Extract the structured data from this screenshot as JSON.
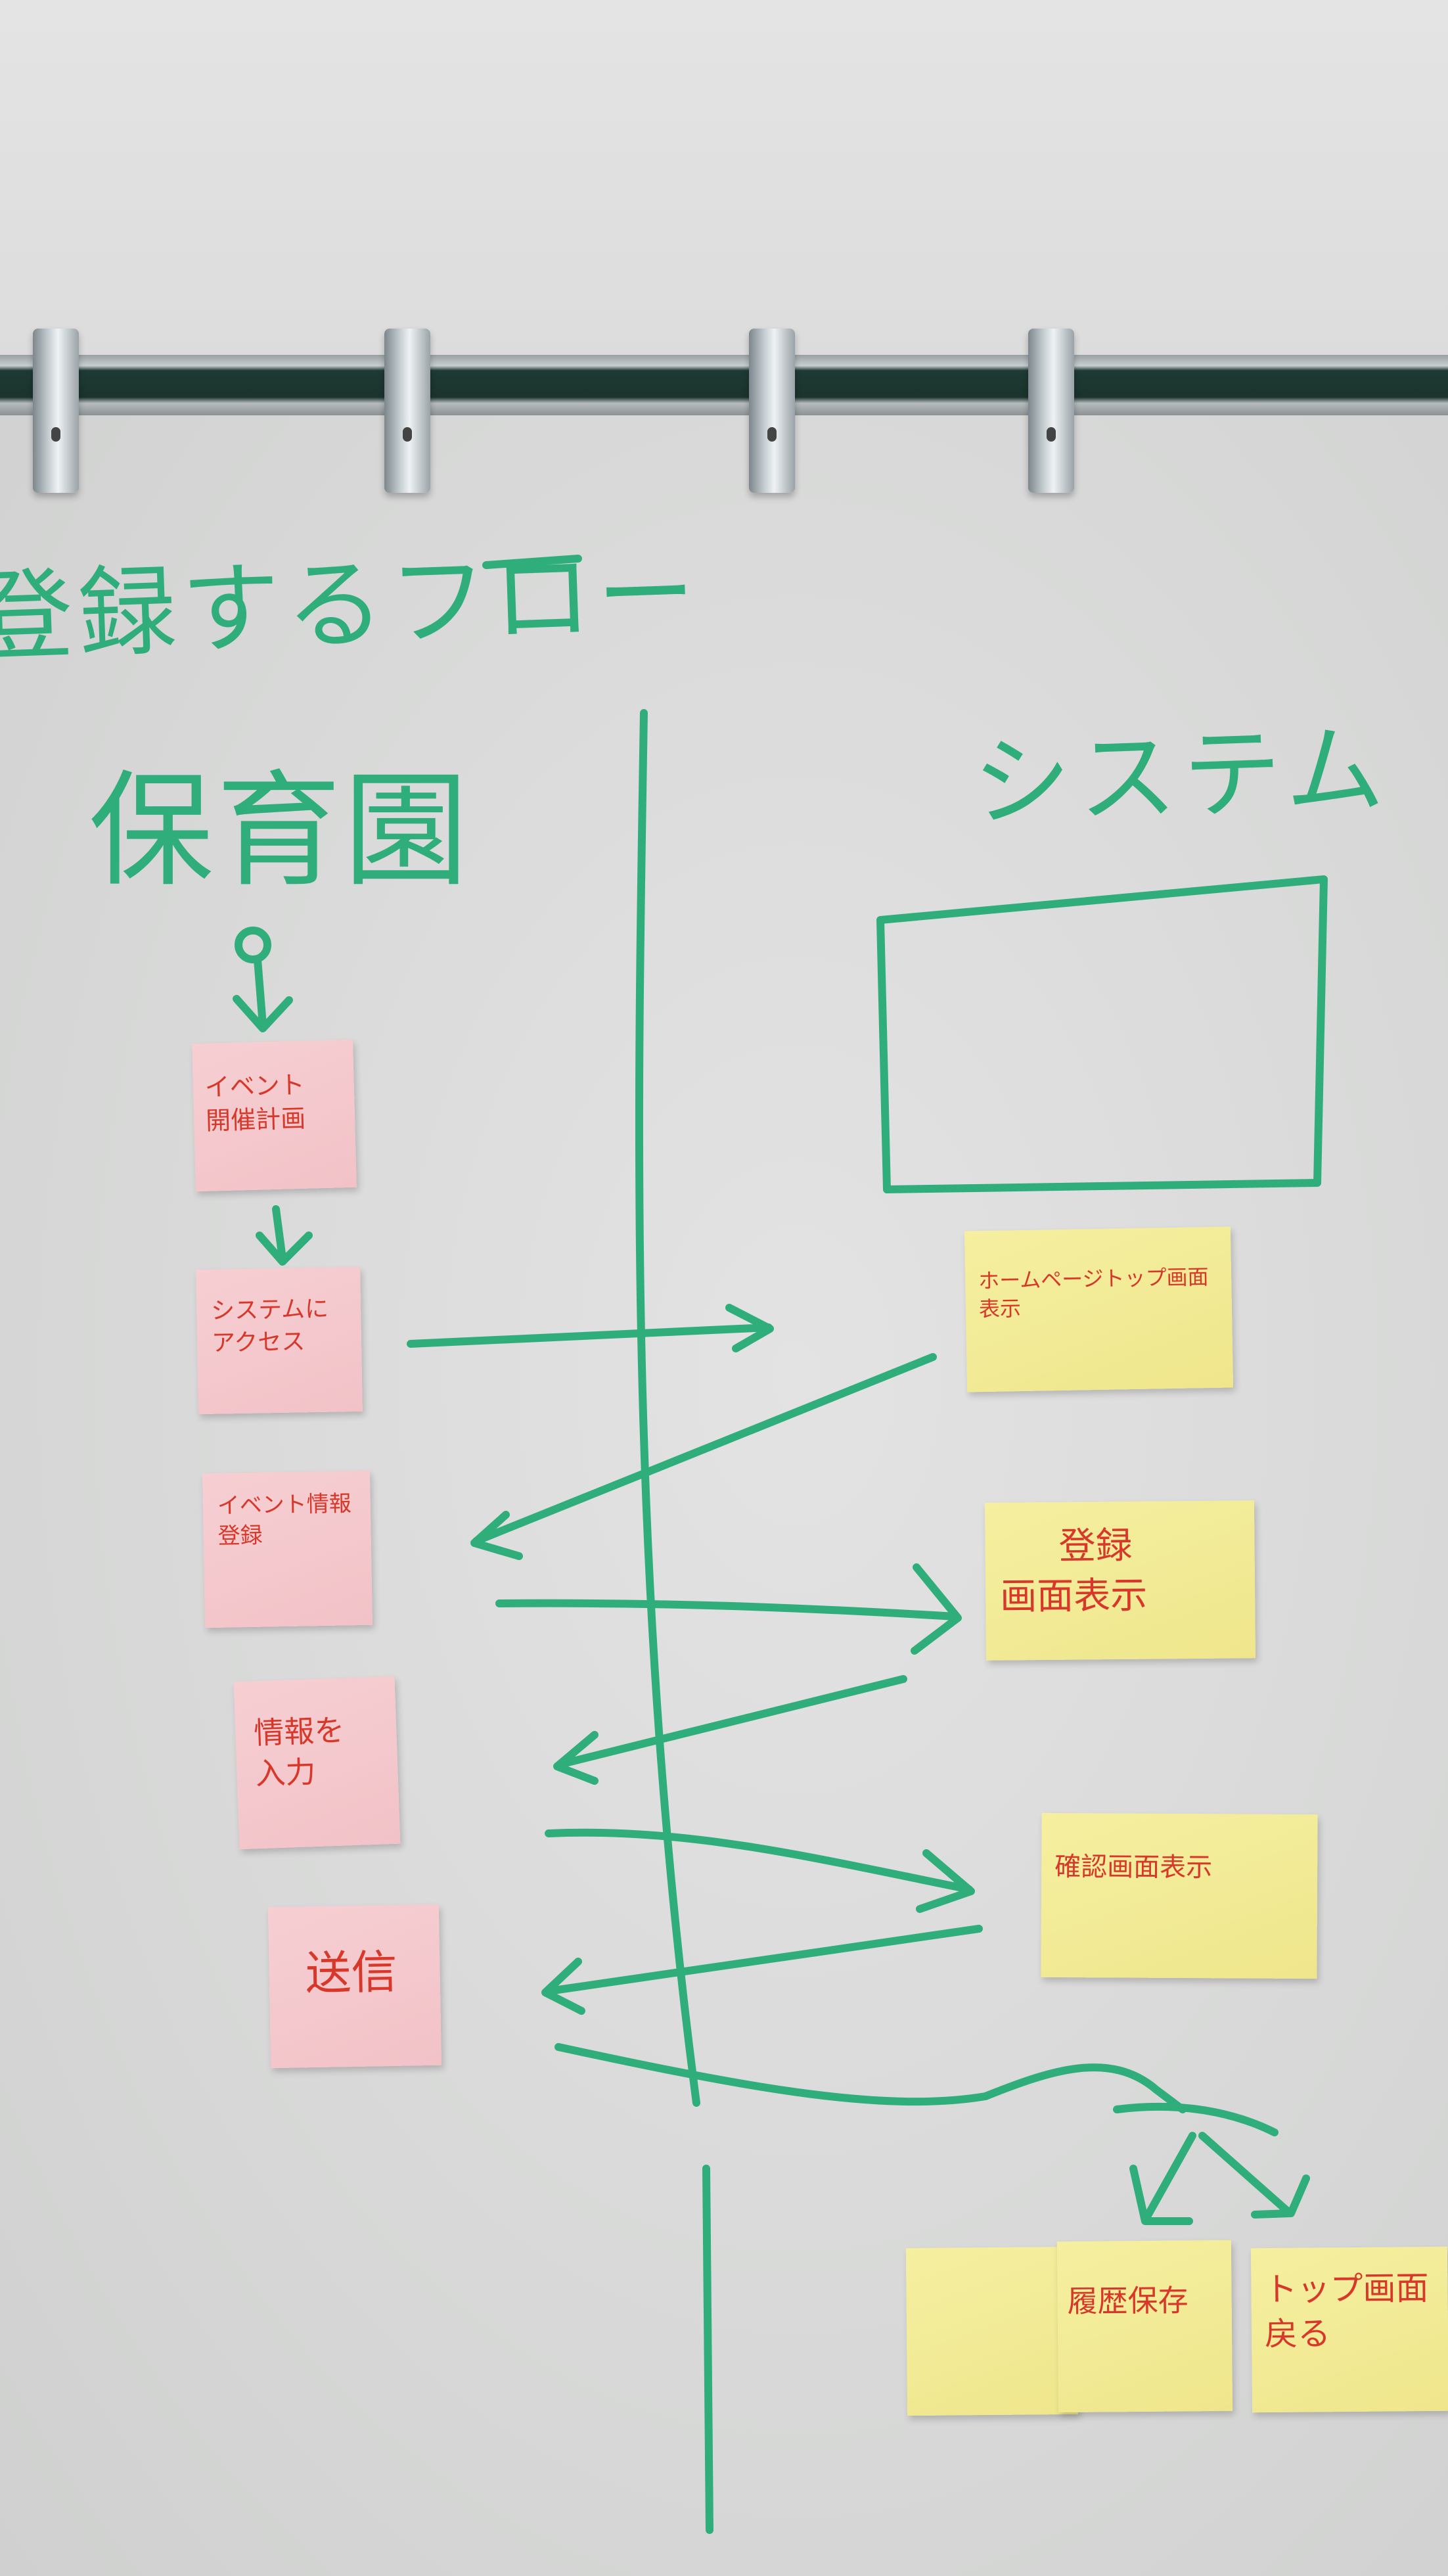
{
  "heading": "登録するフロー",
  "columns": {
    "left": "保育園",
    "right": "システム"
  },
  "left_notes": [
    {
      "line1": "イベント",
      "line2": "開催計画"
    },
    {
      "line1": "システムに",
      "line2": "アクセス"
    },
    {
      "line1": "イベント情報",
      "line2": "登録"
    },
    {
      "line1": "情報を",
      "line2": "入力"
    },
    {
      "line1": "送信",
      "line2": ""
    }
  ],
  "right_notes": [
    {
      "line1": "ホームページトップ画面",
      "line2": "表示"
    },
    {
      "line1": "登録",
      "line2": "画面表示"
    },
    {
      "line1": "確認画面表示",
      "line2": ""
    },
    {
      "line1": "",
      "line2": ""
    },
    {
      "line1": "履歴保存",
      "line2": ""
    },
    {
      "line1": "トップ画面",
      "line2": "戻る"
    }
  ],
  "colors": {
    "marker_green": "#2fae7c",
    "note_text": "#d8382a",
    "pink_note": "#f4c8cc",
    "yellow_note": "#f2ea96"
  }
}
